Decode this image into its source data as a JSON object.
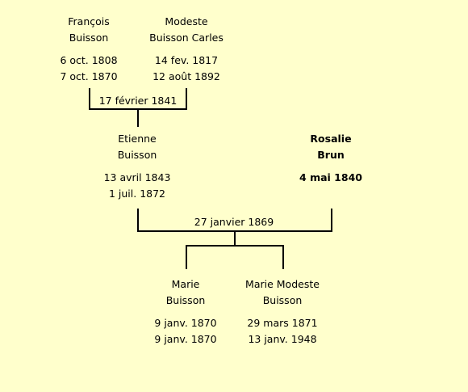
{
  "people": {
    "francois": {
      "first": "François",
      "last": "Buisson",
      "birth": "6 oct. 1808",
      "death": "7 oct. 1870"
    },
    "modeste": {
      "first": "Modeste",
      "last": "Buisson Carles",
      "birth": "14 fev. 1817",
      "death": "12 août 1892"
    },
    "etienne": {
      "first": "Etienne",
      "last": "Buisson",
      "birth": "13 avril 1843",
      "death": "1 juil. 1872"
    },
    "rosalie": {
      "first": "Rosalie",
      "last": "Brun",
      "birth": "4 mai 1840"
    },
    "marie": {
      "first": "Marie",
      "last": "Buisson",
      "birth": "9 janv. 1870",
      "death": "9 janv. 1870"
    },
    "marie_modeste": {
      "first": "Marie Modeste",
      "last": "Buisson",
      "birth": "29 mars 1871",
      "death": "13 janv. 1948"
    }
  },
  "marriages": {
    "first": "17 février 1841",
    "second": "27 janvier 1869"
  },
  "colors": {
    "background": "#FFFFCC",
    "lines": "#000000"
  }
}
